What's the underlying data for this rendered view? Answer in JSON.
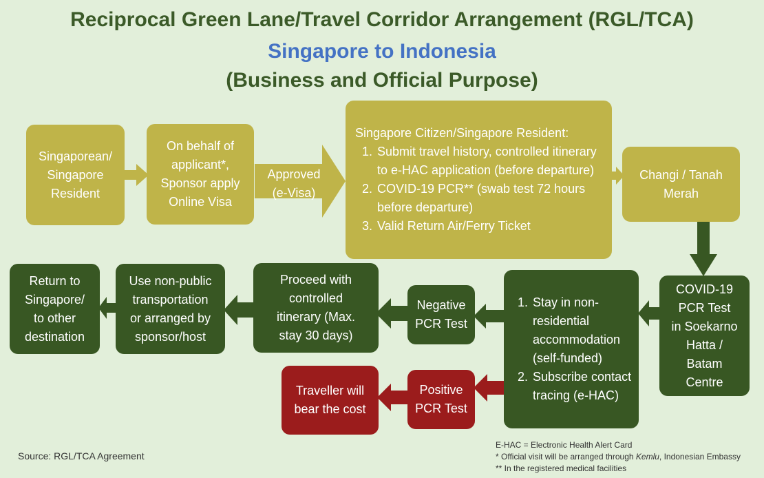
{
  "title": {
    "line1": "Reciprocal Green Lane/Travel Corridor Arrangement (RGL/TCA)",
    "line2": "Singapore to Indonesia",
    "line3": "(Business and Official Purpose)"
  },
  "nodes": {
    "resident": "Singaporean/\nSingapore\nResident",
    "sponsor": "On behalf of\napplicant*,\nSponsor apply\nOnline Visa",
    "approved": "Approved\n(e-Visa)",
    "requirements": {
      "heading": "Singapore Citizen/Singapore Resident:",
      "items": [
        "Submit travel history, controlled itinerary to e-HAC application (before departure)",
        "COVID-19 PCR** (swab test 72 hours before departure)",
        "Valid Return Air/Ferry Ticket"
      ]
    },
    "departure": "Changi / Tanah\nMerah",
    "pcr_test": "COVID-19\nPCR Test\nin Soekarno\nHatta /\nBatam\nCentre",
    "stay": {
      "items": [
        "Stay in non-residential accommodation (self-funded)",
        "Subscribe contact tracing (e-HAC)"
      ]
    },
    "negative": "Negative\nPCR Test",
    "positive": "Positive\nPCR Test",
    "proceed": "Proceed with\ncontrolled\nitinerary (Max.\nstay 30 days)",
    "transport": "Use non-public\ntransportation\nor arranged by\nsponsor/host",
    "return": "Return to\nSingapore/\nto other\ndestination",
    "cost": "Traveller will\nbear the cost"
  },
  "footnotes": {
    "source": "Source: RGL/TCA Agreement",
    "ehac": "E-HAC = Electronic Health Alert Card",
    "official_prefix": "* Official visit will be arranged through ",
    "official_kemlu": "Kemlu",
    "official_suffix": ", Indonesian Embassy",
    "medical": "** In the registered medical facilities"
  },
  "colors": {
    "background": "#e2efda",
    "olive": "#bfb449",
    "dark_green": "#385723",
    "red": "#9b1c1c",
    "title_green": "#3b5a28",
    "subtitle_blue": "#4472c4"
  }
}
